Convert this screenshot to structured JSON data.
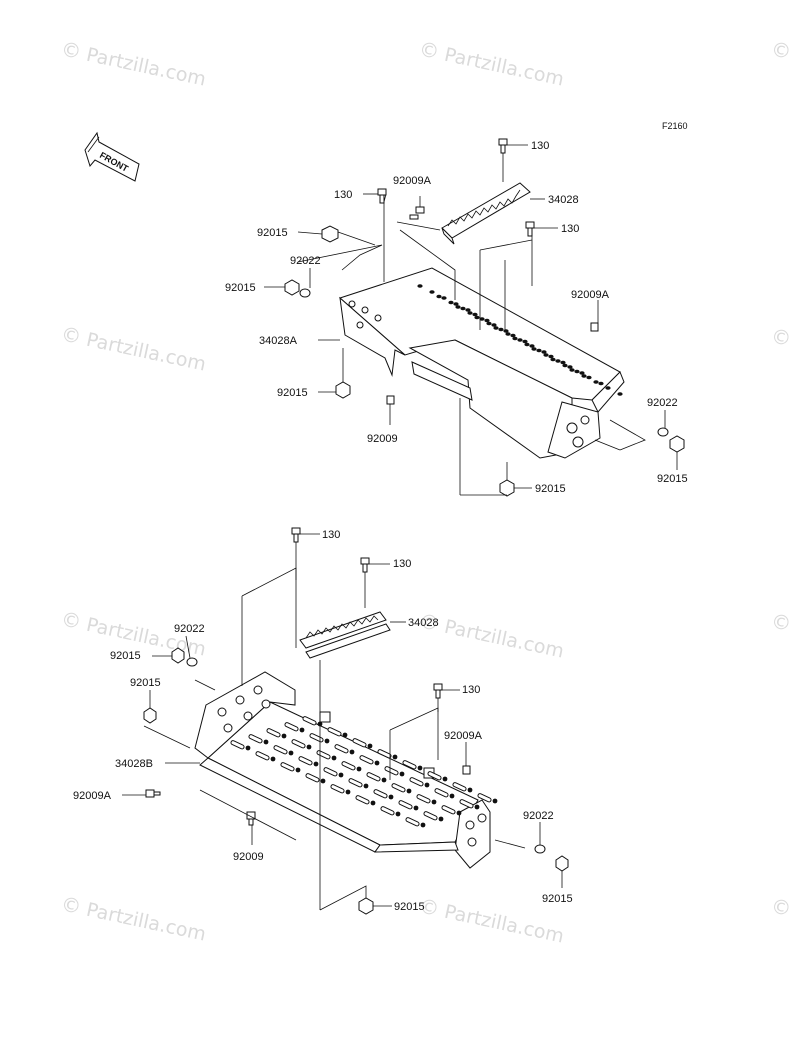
{
  "diagram_code": "F2160",
  "watermark": {
    "copyright": "©",
    "text": "Partzilla.com"
  },
  "front_arrow": {
    "label": "FRONT"
  },
  "top_assembly": {
    "callouts": [
      "130",
      "92009A",
      "130",
      "34028",
      "130",
      "92015",
      "92022",
      "92015",
      "92009A",
      "34028A",
      "92015",
      "92009",
      "92022",
      "92015",
      "92015"
    ]
  },
  "bottom_assembly": {
    "callouts": [
      "130",
      "130",
      "34028",
      "92022",
      "92015",
      "92015",
      "130",
      "92009A",
      "34028B",
      "92009A",
      "92009",
      "92022",
      "92015",
      "92015"
    ]
  }
}
